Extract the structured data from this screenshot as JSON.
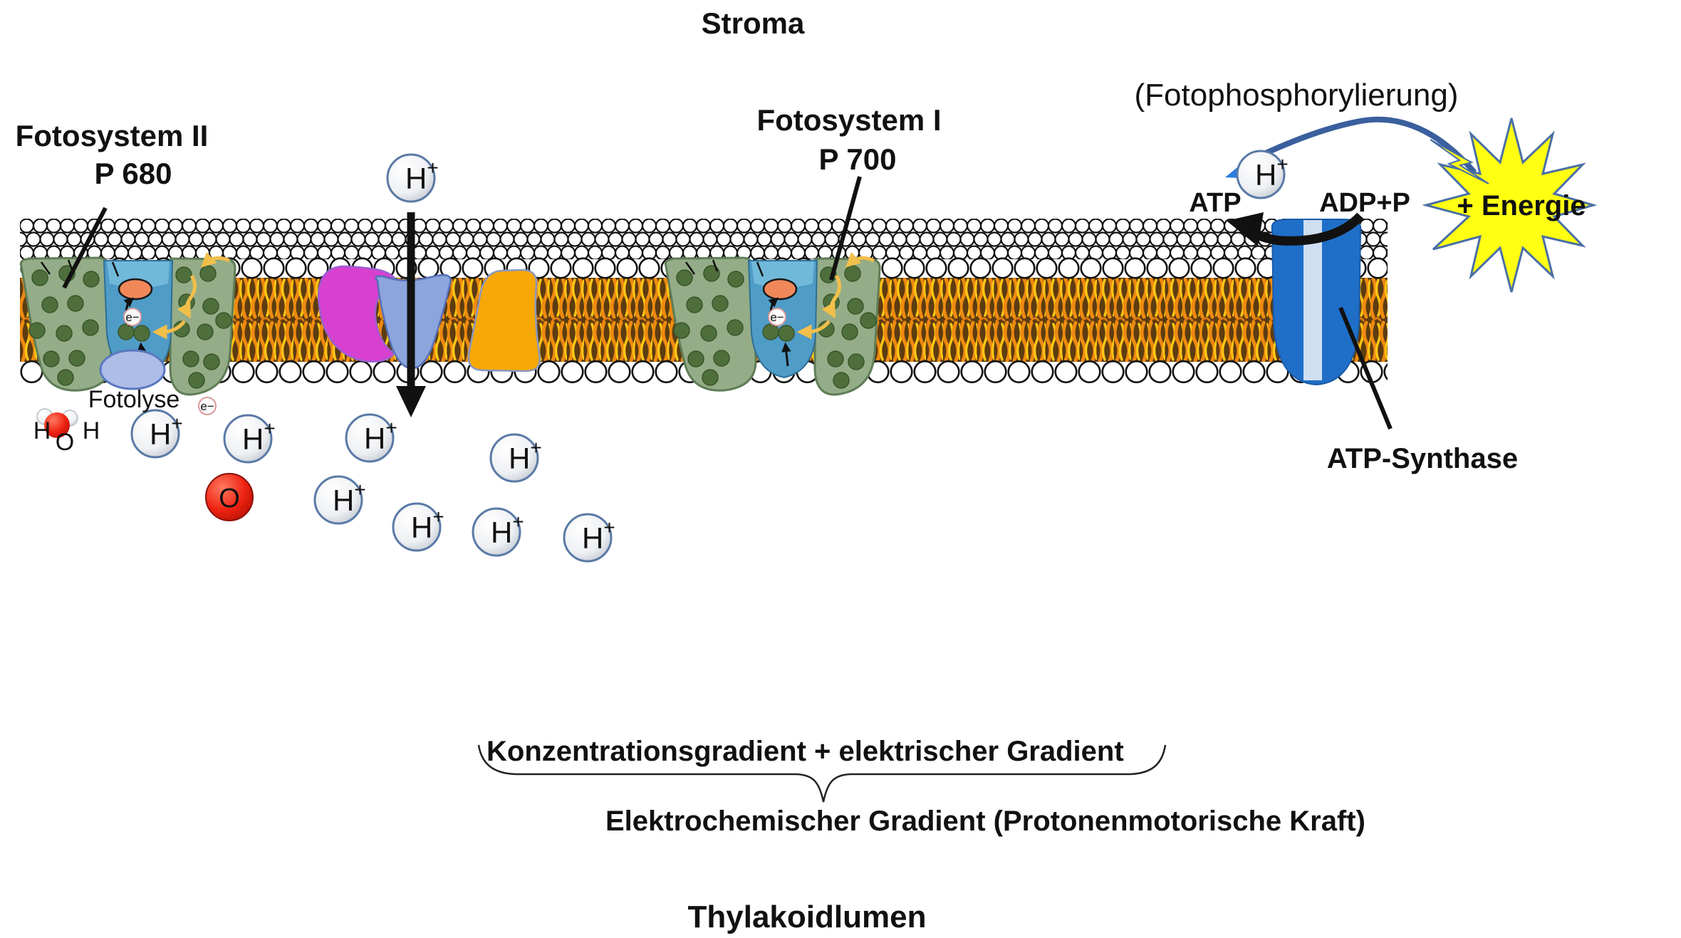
{
  "title": {
    "stroma": "Stroma",
    "thylakoidlumen": "Thylakoidlumen"
  },
  "labels": {
    "fotophosphorylierung": "(Fotophosphorylierung)",
    "fotosystem2_line1": "Fotosystem II",
    "fotosystem2_line2": "P 680",
    "fotosystem1_line1": "Fotosystem I",
    "fotosystem1_line2": "P 700",
    "atp": "ATP",
    "adp_p": "ADP+P",
    "energie": "+ Energie",
    "atp_synthase": "ATP-Synthase",
    "fotolyse": "Fotolyse"
  },
  "particles": {
    "proton_h": "H",
    "proton_plus": "+",
    "electron": "e−",
    "oxygen": "O",
    "water_h_left": "H",
    "water_o": "O",
    "water_h_right": "H"
  },
  "gradient": {
    "line1": "Konzentrationsgradient + elektrischer Gradient",
    "line2": "Elektrochemischer Gradient  (Protonenmotorische Kraft)"
  },
  "counts": {
    "protons_in_lumen": 8
  },
  "colors": {
    "membrane_tail_orange": "#ee8a10",
    "membrane_tail_yellow": "#ffc614",
    "membrane_core_brown": "#5d3c10",
    "photosystem_green": "#94ad88",
    "photosystem_dot_green": "#4e6f3b",
    "channel_blue": "#4f9cc7",
    "reaction_center_orange": "#f1885a",
    "oec_ellipse_blue": "#aebce8",
    "magenta_protein": "#d840d0",
    "carrier_blue": "#8ca5dd",
    "carrier_orange": "#f7a806",
    "atp_synthase_blue": "#1f6fc8",
    "atp_synthase_stripe": "#cfdff2",
    "energy_star_yellow": "#ffff12",
    "arrow_blue": "#3a5f9d",
    "oxygen_red": "#e8221a"
  }
}
